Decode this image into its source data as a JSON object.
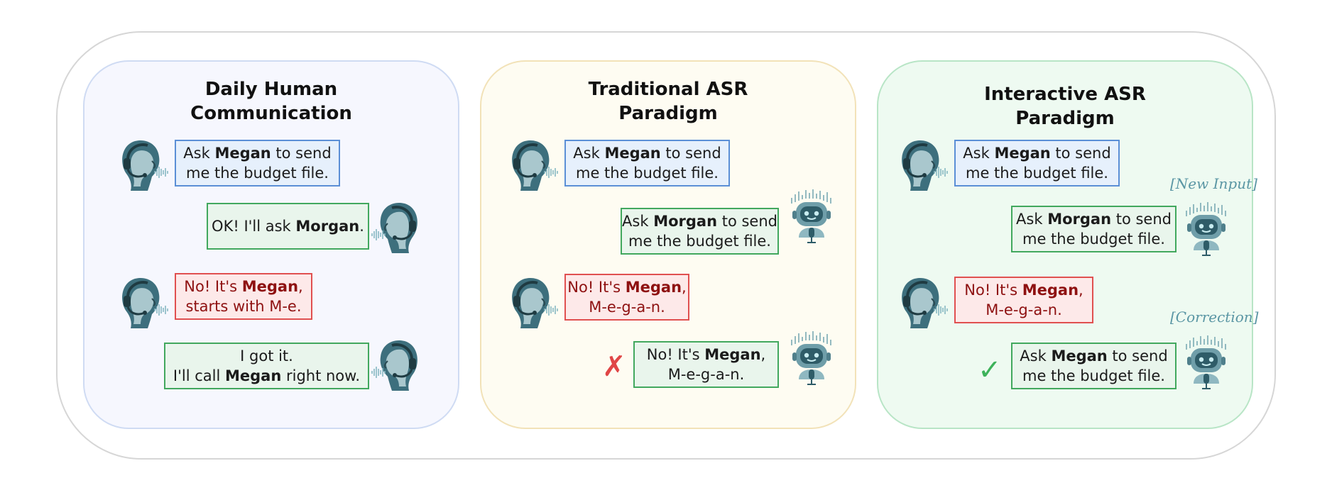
{
  "panels": [
    {
      "title_line1": "Daily Human",
      "title_line2": "Communication",
      "bubbles": [
        {
          "l1": [
            "Ask ",
            "Megan",
            " to send"
          ],
          "l2": [
            "me the budget file.",
            "",
            ""
          ]
        },
        {
          "l1": [
            "OK! I'll ask ",
            "Morgan",
            "."
          ]
        },
        {
          "l1": [
            "No! It's ",
            "Megan",
            ","
          ],
          "l2": [
            "starts with M-e.",
            "",
            ""
          ]
        },
        {
          "l1": [
            "I got it.",
            "",
            ""
          ],
          "l2": [
            "I'll call ",
            "Megan",
            " right now."
          ]
        }
      ]
    },
    {
      "title_line1": "Traditional ASR",
      "title_line2": "Paradigm",
      "bubbles": [
        {
          "l1": [
            "Ask ",
            "Megan",
            " to send"
          ],
          "l2": [
            "me the budget file.",
            "",
            ""
          ]
        },
        {
          "l1": [
            "Ask ",
            "Morgan",
            " to send"
          ],
          "l2": [
            "me the budget file.",
            "",
            ""
          ]
        },
        {
          "l1": [
            "No! It's ",
            "Megan",
            ","
          ],
          "l2": [
            "M-e-g-a-n.",
            "",
            ""
          ]
        },
        {
          "l1": [
            "No! It's ",
            "Megan",
            ","
          ],
          "l2": [
            "M-e-g-a-n.",
            "",
            ""
          ]
        }
      ],
      "mark": "✗"
    },
    {
      "title_line1": "Interactive ASR",
      "title_line2": "Paradigm",
      "bubbles": [
        {
          "l1": [
            "Ask ",
            "Megan",
            " to send"
          ],
          "l2": [
            "me the budget file.",
            "",
            ""
          ]
        },
        {
          "l1": [
            "Ask ",
            "Morgan",
            " to send"
          ],
          "l2": [
            "me the budget file.",
            "",
            ""
          ]
        },
        {
          "l1": [
            "No! It's ",
            "Megan",
            ","
          ],
          "l2": [
            "M-e-g-a-n.",
            "",
            ""
          ]
        },
        {
          "l1": [
            "Ask ",
            "Megan",
            " to send"
          ],
          "l2": [
            "me the budget file.",
            "",
            ""
          ]
        }
      ],
      "tags": [
        "[New Input]",
        "[Correction]"
      ],
      "mark": "✓"
    }
  ],
  "colors": {
    "user_bubble": "#e6f0fc",
    "reply_bubble": "#e9f5ec",
    "correction_bubble": "#fde9e9",
    "error_mark": "#e04646",
    "success_mark": "#3db25a"
  },
  "icons": [
    "woman-headset-icon",
    "man-headset-icon",
    "robot-icon",
    "robot-mic-icon",
    "soundwave-icon"
  ]
}
